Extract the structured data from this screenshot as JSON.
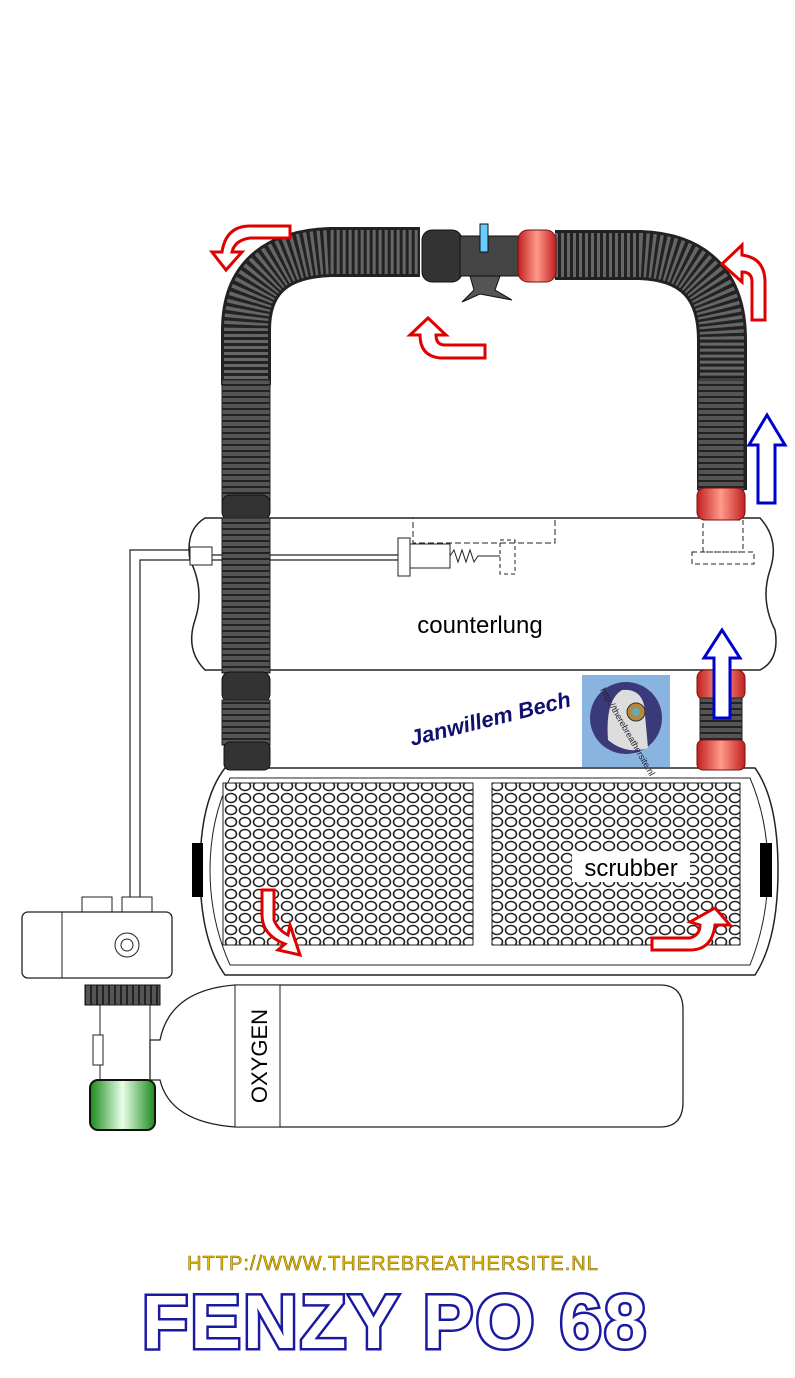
{
  "diagram": {
    "labels": {
      "counterlung": "counterlung",
      "scrubber": "scrubber",
      "oxygen": "OXYGEN"
    },
    "signature": "Janwillem Bech",
    "logo_text": "http://therebreathersite.nl",
    "footer": {
      "url": "HTTP://WWW.THEREBREATHERSITE.NL",
      "title": "FENZY PO 68"
    },
    "colors": {
      "inhale_arrow": "#e00000",
      "exhale_arrow": "#0000cc",
      "hose": "#4a4a4a",
      "connector_red": "#e8483c",
      "title_blue": "#1a1aa0",
      "url_gold": "#d4a800",
      "valve_green": "#2aa02a",
      "logo_bg": "#8ab4e0"
    }
  }
}
